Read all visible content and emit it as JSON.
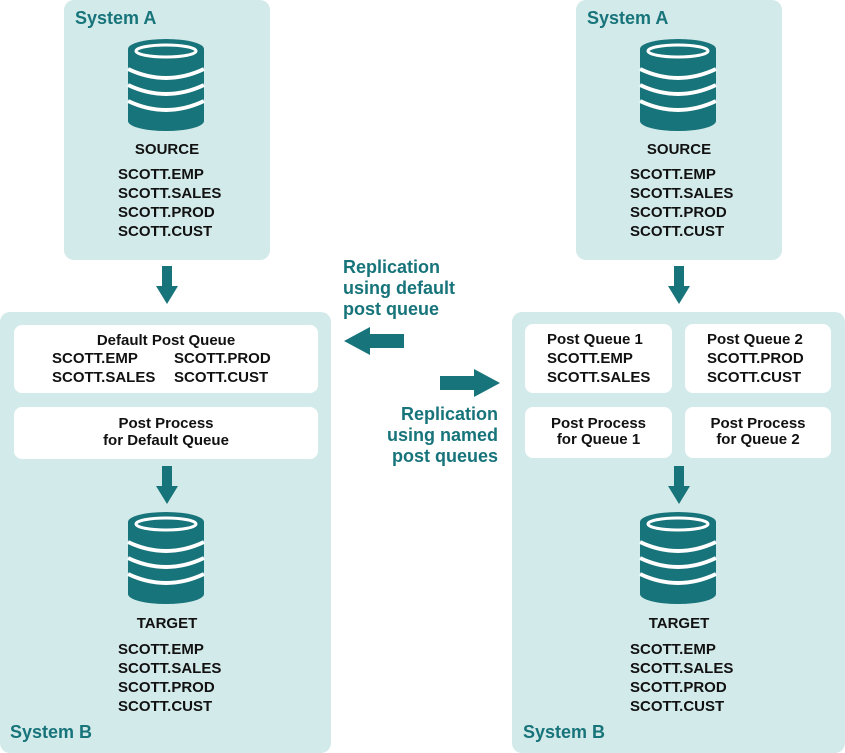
{
  "colors": {
    "teal": "#17747a",
    "panel": "#d3eaea",
    "box": "#ffffff"
  },
  "icons": [
    "database-icon",
    "arrow-down-icon",
    "arrow-left-icon",
    "arrow-right-icon"
  ],
  "left": {
    "system_a": {
      "label": "System A",
      "source_label": "SOURCE",
      "tables": [
        "SCOTT.EMP",
        "SCOTT.SALES",
        "SCOTT.PROD",
        "SCOTT.CUST"
      ]
    },
    "system_b": {
      "label": "System B",
      "queue": {
        "title": "Default Post Queue",
        "col1": [
          "SCOTT.EMP",
          "SCOTT.SALES"
        ],
        "col2": [
          "SCOTT.PROD",
          "SCOTT.CUST"
        ]
      },
      "process": {
        "line1": "Post Process",
        "line2": "for Default Queue"
      },
      "target_label": "TARGET",
      "tables": [
        "SCOTT.EMP",
        "SCOTT.SALES",
        "SCOTT.PROD",
        "SCOTT.CUST"
      ]
    }
  },
  "middle": {
    "default_caption": [
      "Replication",
      "using default",
      "post queue"
    ],
    "named_caption": [
      "Replication",
      "using named",
      "post queues"
    ]
  },
  "right": {
    "system_a": {
      "label": "System A",
      "source_label": "SOURCE",
      "tables": [
        "SCOTT.EMP",
        "SCOTT.SALES",
        "SCOTT.PROD",
        "SCOTT.CUST"
      ]
    },
    "system_b": {
      "label": "System B",
      "queue1": {
        "title": "Post Queue 1",
        "tables": [
          "SCOTT.EMP",
          "SCOTT.SALES"
        ]
      },
      "queue2": {
        "title": "Post Queue 2",
        "tables": [
          "SCOTT.PROD",
          "SCOTT.CUST"
        ]
      },
      "process1": {
        "line1": "Post Process",
        "line2": "for Queue 1"
      },
      "process2": {
        "line1": "Post Process",
        "line2": "for Queue 2"
      },
      "target_label": "TARGET",
      "tables": [
        "SCOTT.EMP",
        "SCOTT.SALES",
        "SCOTT.PROD",
        "SCOTT.CUST"
      ]
    }
  }
}
